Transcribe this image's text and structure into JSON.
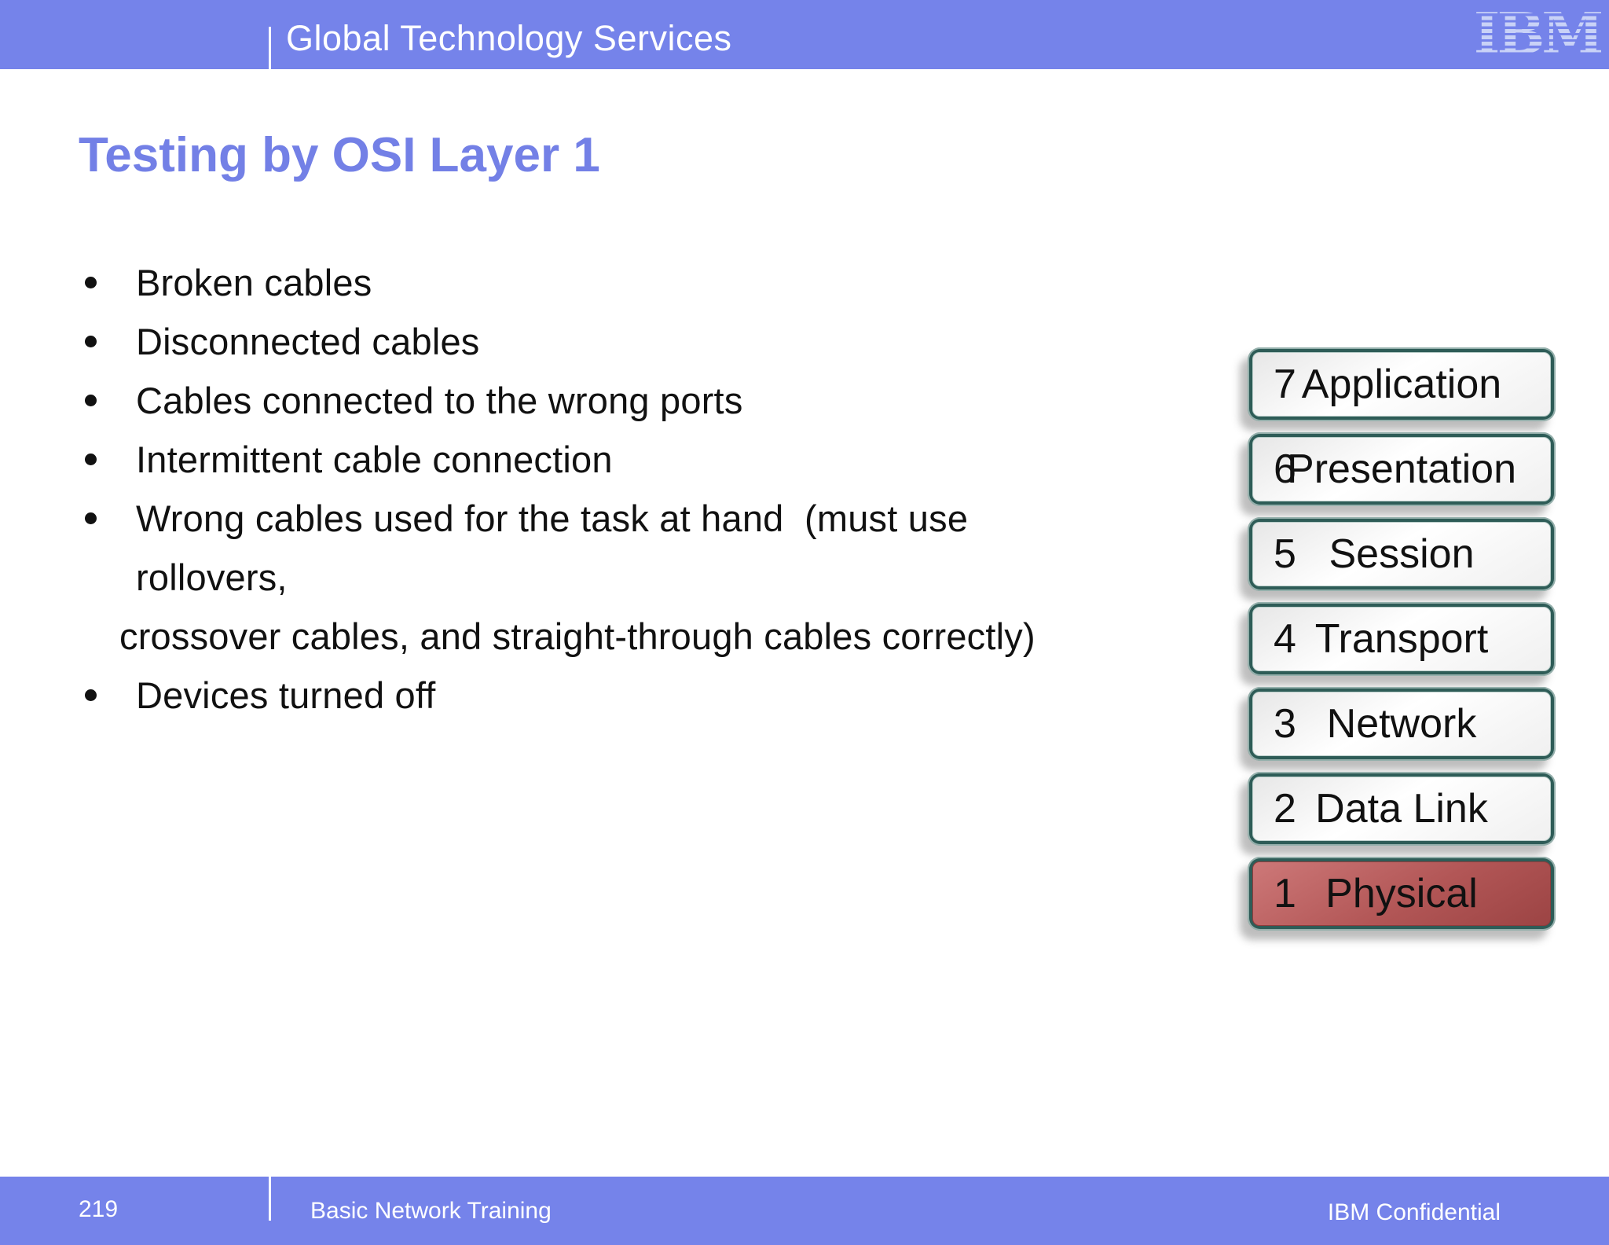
{
  "header": {
    "section_title": "Global Technology Services",
    "logo_text": "IBM"
  },
  "slide": {
    "title": "Testing by OSI Layer 1",
    "bullets": [
      {
        "type": "bullet",
        "text": "Broken cables"
      },
      {
        "type": "bullet",
        "text": "Disconnected cables"
      },
      {
        "type": "bullet",
        "text": "Cables connected to the wrong ports"
      },
      {
        "type": "bullet",
        "text": "Intermittent cable connection"
      },
      {
        "type": "bullet",
        "text": "Wrong cables used for the task at hand  (must use"
      },
      {
        "type": "continuation",
        "text": "rollovers,"
      },
      {
        "type": "continuation-outdent",
        "text": "crossover cables, and straight-through cables correctly)"
      },
      {
        "type": "bullet",
        "text": "Devices turned off"
      }
    ]
  },
  "osi": {
    "layers": [
      {
        "number": "7",
        "label": "Application",
        "highlighted": false
      },
      {
        "number": "6",
        "label": "Presentation",
        "highlighted": false
      },
      {
        "number": "5",
        "label": "Session",
        "highlighted": false
      },
      {
        "number": "4",
        "label": "Transport",
        "highlighted": false
      },
      {
        "number": "3",
        "label": "Network",
        "highlighted": false
      },
      {
        "number": "2",
        "label": "Data Link",
        "highlighted": false
      },
      {
        "number": "1",
        "label": "Physical",
        "highlighted": true
      }
    ]
  },
  "footer": {
    "page_number": "219",
    "course_title": "Basic Network Training",
    "confidentiality": "IBM Confidential"
  },
  "colors": {
    "bar_blue": "#7583ea",
    "title_blue": "#7380e6",
    "logo_blue": "#c9d2f7",
    "box_border_teal": "#2e5c57",
    "highlight_red": "#b25656"
  }
}
